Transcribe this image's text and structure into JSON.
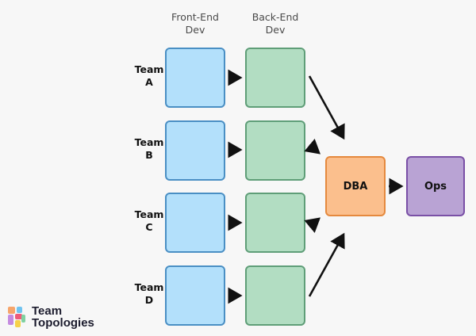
{
  "headers": {
    "frontend": [
      "Front-End",
      "Dev"
    ],
    "backend": [
      "Back-End",
      "Dev"
    ]
  },
  "teams": [
    {
      "line1": "Team",
      "line2": "A"
    },
    {
      "line1": "Team",
      "line2": "B"
    },
    {
      "line1": "Team",
      "line2": "C"
    },
    {
      "line1": "Team",
      "line2": "D"
    }
  ],
  "dba": {
    "label": "DBA"
  },
  "ops": {
    "label": "Ops"
  },
  "logo": {
    "line1": "Team",
    "line2": "Topologies"
  },
  "colors": {
    "frontend_fill": "#b3e0fb",
    "backend_fill": "#b2ddc2",
    "dba_fill": "#fbbf8d",
    "ops_fill": "#b9a3d4",
    "arrow": "#111111"
  }
}
